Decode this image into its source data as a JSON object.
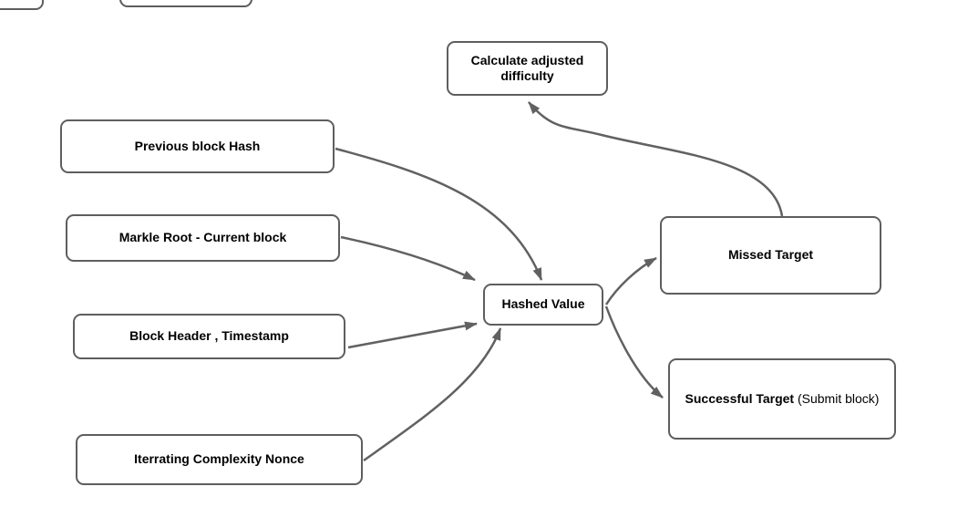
{
  "diagram": {
    "type": "flowchart",
    "colors": {
      "canvas_background": "#ffffff",
      "node_border": "#5e5e5e",
      "node_fill": "#ffffff",
      "edge": "#616161",
      "text": "#000000"
    },
    "nodes": {
      "calculate_adjusted_difficulty": {
        "label": "Calculate adjusted difficulty"
      },
      "previous_block_hash": {
        "label": "Previous block Hash"
      },
      "markle_root_current_block": {
        "label": "Markle Root - Current block"
      },
      "block_header_timestamp": {
        "label": "Block Header , Timestamp"
      },
      "iterrating_complexity_nonce": {
        "label": "Iterrating Complexity Nonce"
      },
      "hashed_value": {
        "label": "Hashed Value"
      },
      "missed_target": {
        "label": "Missed Target"
      },
      "successful_target": {
        "label_bold": "Successful Target",
        "label_rest": " (Submit block)"
      },
      "cropped_box_1": {
        "label": ""
      },
      "cropped_box_2": {
        "label": ""
      }
    },
    "edges": [
      {
        "from": "previous_block_hash",
        "to": "hashed_value"
      },
      {
        "from": "markle_root_current_block",
        "to": "hashed_value"
      },
      {
        "from": "block_header_timestamp",
        "to": "hashed_value"
      },
      {
        "from": "iterrating_complexity_nonce",
        "to": "hashed_value"
      },
      {
        "from": "hashed_value",
        "to": "missed_target"
      },
      {
        "from": "hashed_value",
        "to": "successful_target"
      },
      {
        "from": "missed_target",
        "to": "calculate_adjusted_difficulty"
      }
    ]
  }
}
